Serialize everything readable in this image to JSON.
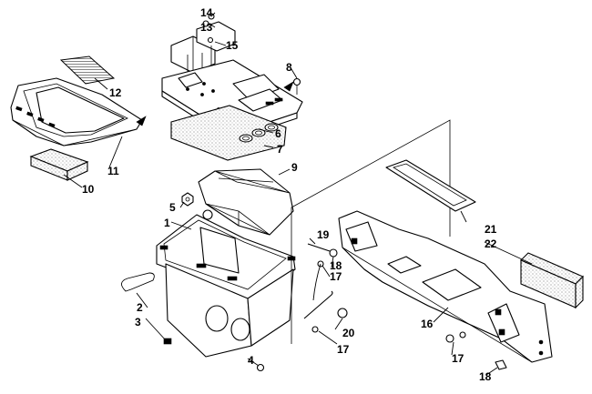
{
  "callouts": [
    {
      "id": "1",
      "label": "1"
    },
    {
      "id": "2",
      "label": "2"
    },
    {
      "id": "3",
      "label": "3"
    },
    {
      "id": "4",
      "label": "4"
    },
    {
      "id": "5",
      "label": "5"
    },
    {
      "id": "6",
      "label": "6"
    },
    {
      "id": "7",
      "label": "7"
    },
    {
      "id": "8",
      "label": "8"
    },
    {
      "id": "9",
      "label": "9"
    },
    {
      "id": "10",
      "label": "10"
    },
    {
      "id": "11",
      "label": "11"
    },
    {
      "id": "12",
      "label": "12"
    },
    {
      "id": "13",
      "label": "13"
    },
    {
      "id": "14",
      "label": "14"
    },
    {
      "id": "15",
      "label": "15"
    },
    {
      "id": "16",
      "label": "16"
    },
    {
      "id": "17a",
      "label": "17"
    },
    {
      "id": "17b",
      "label": "17"
    },
    {
      "id": "17c",
      "label": "17"
    },
    {
      "id": "18a",
      "label": "18"
    },
    {
      "id": "18b",
      "label": "18"
    },
    {
      "id": "19",
      "label": "19"
    },
    {
      "id": "20",
      "label": "20"
    },
    {
      "id": "21",
      "label": "21"
    },
    {
      "id": "22",
      "label": "22"
    }
  ]
}
